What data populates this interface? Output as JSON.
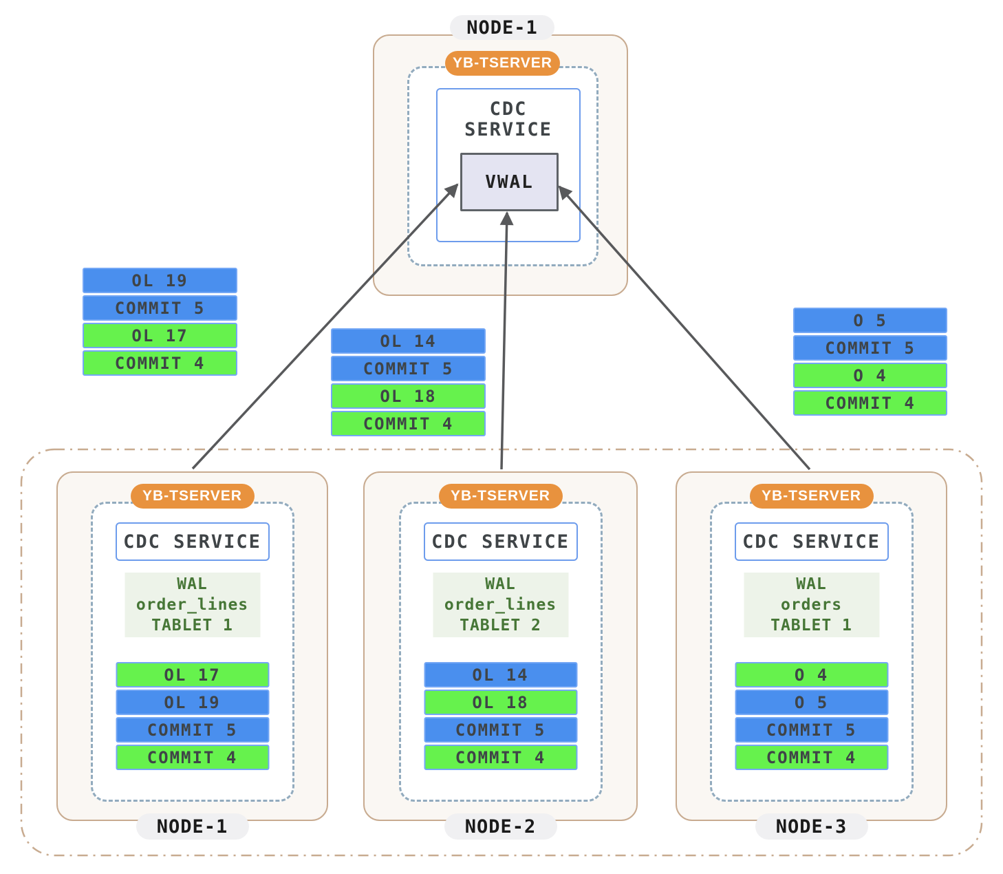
{
  "colors": {
    "blue": "#4A8FEE",
    "green": "#66F24D",
    "bar-border": "#74A7F5",
    "orange": "#E8923E",
    "tan": "#C8AB90",
    "cream": "#FAF7F3",
    "dash-blue": "#92ABBE",
    "arrow": "#58595B",
    "text-dark": "#3F4447",
    "wal-green": "#467636",
    "wal-bg": "#EDF3E9",
    "pill-bg": "#F0F0F2",
    "pill-text": "#1A1A1A",
    "vwal-bg": "#E4E4F2",
    "vwal-border": "#5F6368",
    "cdc-border": "#6D9CEC",
    "page-bg": "#FFFFFF"
  },
  "top_node": {
    "label": "NODE-1",
    "tserver_label": "YB-TSERVER",
    "cdc_line1": "CDC",
    "cdc_line2": "SERVICE",
    "vwal_label": "VWAL"
  },
  "floating_stacks": [
    {
      "entries": [
        {
          "label": "OL 19",
          "color": "blue"
        },
        {
          "label": "COMMIT 5",
          "color": "blue"
        },
        {
          "label": "OL 17",
          "color": "green"
        },
        {
          "label": "COMMIT 4",
          "color": "green"
        }
      ]
    },
    {
      "entries": [
        {
          "label": "OL 14",
          "color": "blue"
        },
        {
          "label": "COMMIT 5",
          "color": "blue"
        },
        {
          "label": "OL 18",
          "color": "green"
        },
        {
          "label": "COMMIT 4",
          "color": "green"
        }
      ]
    },
    {
      "entries": [
        {
          "label": "O 5",
          "color": "blue"
        },
        {
          "label": "COMMIT 5",
          "color": "blue"
        },
        {
          "label": "O 4",
          "color": "green"
        },
        {
          "label": "COMMIT 4",
          "color": "green"
        }
      ]
    }
  ],
  "cluster": {
    "nodes": [
      {
        "label": "NODE-1",
        "tserver_label": "YB-TSERVER",
        "cdc_label": "CDC SERVICE",
        "wal_lines": [
          "WAL",
          "order_lines",
          "TABLET 1"
        ],
        "entries": [
          {
            "label": "OL 17",
            "color": "green"
          },
          {
            "label": "OL 19",
            "color": "blue"
          },
          {
            "label": "COMMIT 5",
            "color": "blue"
          },
          {
            "label": "COMMIT 4",
            "color": "green"
          }
        ]
      },
      {
        "label": "NODE-2",
        "tserver_label": "YB-TSERVER",
        "cdc_label": "CDC SERVICE",
        "wal_lines": [
          "WAL",
          "order_lines",
          "TABLET 2"
        ],
        "entries": [
          {
            "label": "OL 14",
            "color": "blue"
          },
          {
            "label": "OL 18",
            "color": "green"
          },
          {
            "label": "COMMIT 5",
            "color": "blue"
          },
          {
            "label": "COMMIT 4",
            "color": "green"
          }
        ]
      },
      {
        "label": "NODE-3",
        "tserver_label": "YB-TSERVER",
        "cdc_label": "CDC SERVICE",
        "wal_lines": [
          "WAL",
          "orders",
          "TABLET 1"
        ],
        "entries": [
          {
            "label": "O 4",
            "color": "green"
          },
          {
            "label": "O 5",
            "color": "blue"
          },
          {
            "label": "COMMIT 5",
            "color": "blue"
          },
          {
            "label": "COMMIT 4",
            "color": "green"
          }
        ]
      }
    ]
  }
}
